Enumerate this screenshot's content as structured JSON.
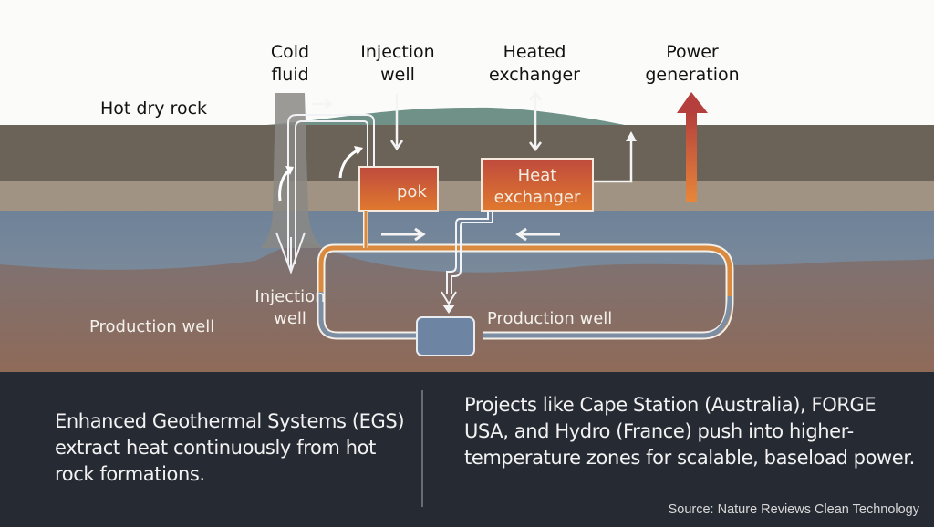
{
  "diagram": {
    "labels": {
      "hot_dry_rock": "Hot dry rock",
      "cold_fluid": [
        "Cold",
        "fluid"
      ],
      "injection_well_top": [
        "Injection",
        "well"
      ],
      "heated_exchanger": [
        "Heated",
        "exchanger"
      ],
      "power_generation": [
        "Power",
        "generation"
      ],
      "pok_box": "pok",
      "heat_exchanger_box": [
        "Heat",
        "exchanger"
      ],
      "injection_well_bottom": [
        "Injection",
        "well"
      ],
      "production_well_left": "Production well",
      "production_well_right": "Production well"
    },
    "colors": {
      "sky": "#fbfbfa",
      "layer_dark_rock": "#6b6258",
      "layer_tan": "#a09383",
      "layer_blue": "#76889a",
      "layer_deep": "#8a6f62",
      "hill_green": "#6f9187",
      "hot_box_top": "#c0473a",
      "hot_box_bottom": "#e07a34",
      "pipe_orange": "#d98a3f",
      "pipe_white": "#f2f2f2",
      "caption_bg": "#262a33"
    }
  },
  "caption": {
    "left_text": "Enhanced Geothermal Systems (EGS) extract heat continuously from hot rock formations.",
    "right_text": "Projects like Cape Station (Australia), FORGE USA, and Hydro (France) push into higher-temperature zones for scalable, baseload power.",
    "source": "Source: Nature Reviews Clean Technology"
  }
}
